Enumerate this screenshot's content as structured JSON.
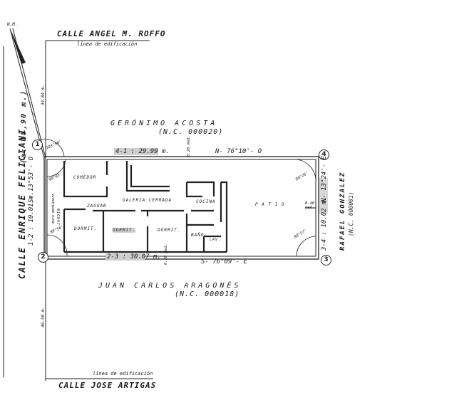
{
  "streets": {
    "north": "CALLE ANGEL M. ROFFO",
    "south": "CALLE JOSE ARTIGAS",
    "west": "CALLE ENRIQUE FELICIANI",
    "west_width": "(a: 18,90 m.)"
  },
  "building_line_label": "línea de edificación",
  "neighbors": {
    "north": {
      "name": "GERÓNIMO ACOSTA",
      "nc": "(N.C. 000020)"
    },
    "south": {
      "name": "JUAN CARLOS ARAGONÉS",
      "nc": "(N.C. 000018)"
    },
    "east": {
      "name": "RAFAEL GONZALEZ",
      "nc": "(N.C. 000001)"
    }
  },
  "north_arrow_label": "N.M.",
  "markers": [
    "1",
    "2",
    "3",
    "4"
  ],
  "sides": {
    "side_1_4": "4-1 : 29.99 m.",
    "side_1_4_bearing": "N- 76°10'- O",
    "side_2_3": "2-3 : 30.07 m.",
    "side_2_3_bearing": "S- 76°09'- E",
    "side_1_2": "1-2 : 10.01 m.",
    "side_1_2_bearing": "S- 13°53'- O",
    "side_3_4": "3-4 : 10.02 m.",
    "side_3_4_bearing": "N- 13°24'- E"
  },
  "distances": {
    "north_corner": "34.84 m.",
    "south_corner": "46.50 m."
  },
  "angles": {
    "a1": "103°50'",
    "a1_inner": "90°03'",
    "a2": "89°58'",
    "a3": "89°57'",
    "a4": "90°26'"
  },
  "offsets": {
    "n_wall": "0.20 med.",
    "s_wall": "0.20 med.",
    "e_wall": "0.40 med.",
    "w_wall": "muro medianero"
  },
  "rooms": {
    "comedor": "COMEDOR",
    "zaguan": "ZAGUAN",
    "galeria": "GALERIA CERRADA",
    "cocina": "COCINA",
    "patio": "P A T I O",
    "dormit1": "DORMIT.",
    "dormit2": "DORMIT.",
    "dormit3": "DORMIT.",
    "bano": "BAÑO",
    "lav": "LAV.",
    "jardin": "JARDIN"
  },
  "colors": {
    "line": "#222222",
    "highlight": "#c9c9c9"
  }
}
